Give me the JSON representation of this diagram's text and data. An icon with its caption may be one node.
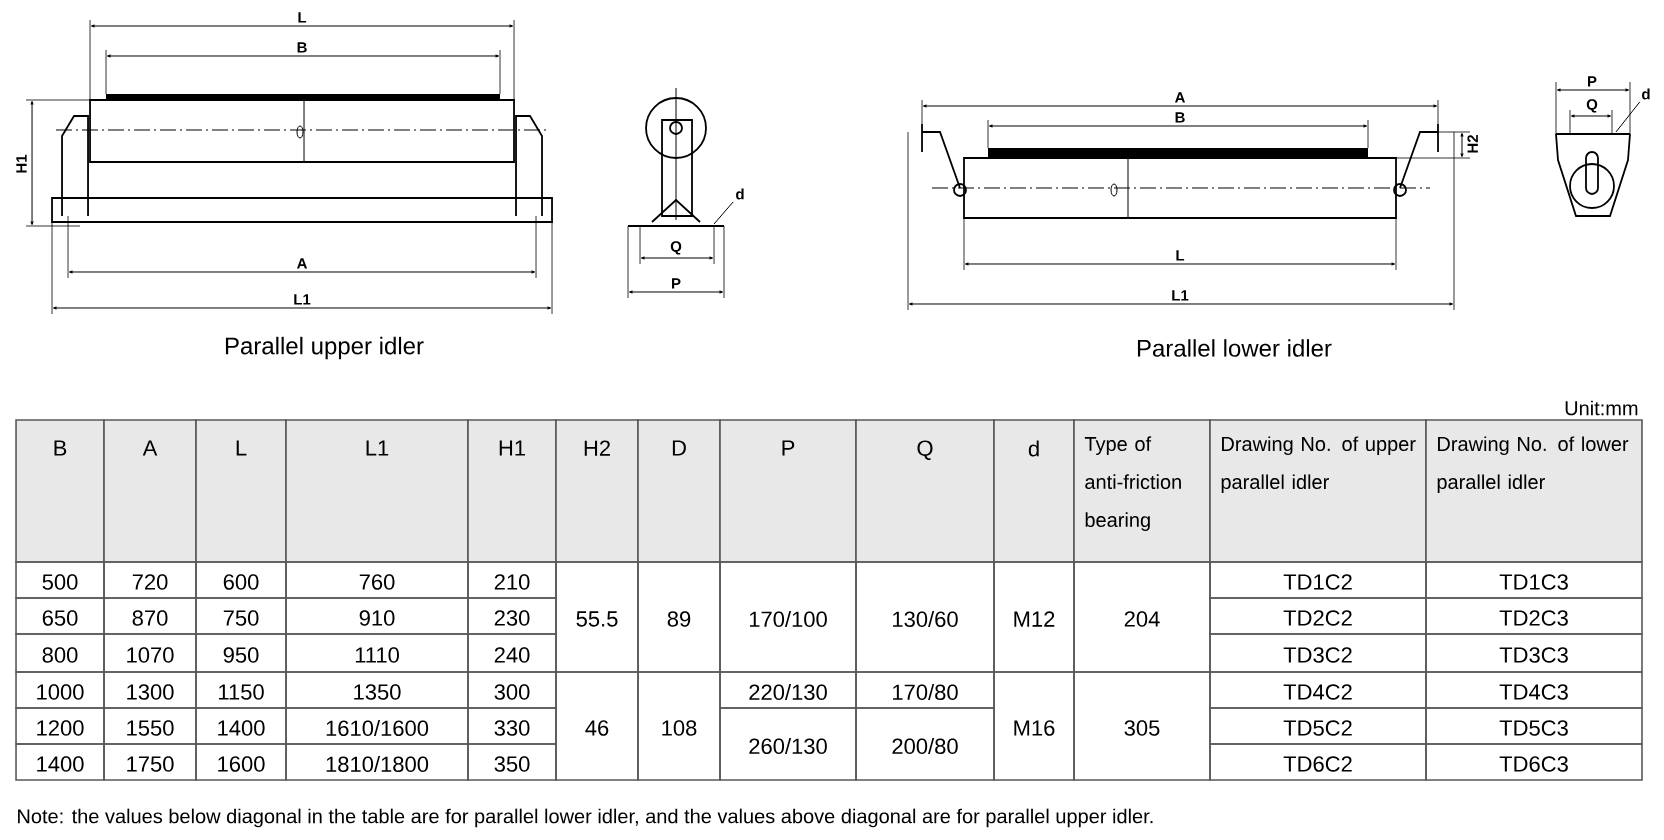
{
  "diagram": {
    "nodes": [
      {
        "text": [
          "d"
        ]
      },
      {
        "text": [
          "d"
        ]
      }
    ],
    "edges": [
      {
        "from": 0,
        "to": null,
        "arrow": "none"
      },
      {
        "from": 1,
        "to": null,
        "arrow": "none"
      }
    ],
    "labels": [
      "L",
      "B",
      "H1",
      "A",
      "L1",
      "Q",
      "P",
      "Parallel upper idler",
      "A",
      "B",
      "H2",
      "L",
      "L1",
      "P",
      "Q",
      "Parallel lower idler",
      "Unit:mm",
      "B",
      "A",
      "L",
      "L1",
      "H1",
      "H2",
      "D",
      "P",
      "Q",
      "d",
      "Type of anti-friction bearing",
      "Drawing No. of upper parallel idler",
      "Drawing No. of lower parallel idler",
      "500",
      "720",
      "600",
      "760",
      "210",
      "55.5",
      "89",
      "170/100",
      "130/60",
      "M12",
      "204",
      "TD1C2",
      "TD1C3",
      "650",
      "870",
      "750",
      "910",
      "230",
      "TD2C2",
      "TD2C3",
      "800",
      "1070",
      "950",
      "1110",
      "240",
      "TD3C2",
      "TD3C3",
      "1000",
      "1300",
      "1150",
      "1350",
      "300",
      "46",
      "108",
      "220/130",
      "170/80",
      "M16",
      "305",
      "TD4C2",
      "TD4C3",
      "1200",
      "1550",
      "1400",
      "1610/1600",
      "330",
      "260/130",
      "200/80",
      "TD5C2",
      "TD5C3",
      "1400",
      "1750",
      "1600",
      "1810/1800",
      "350",
      "TD6C2",
      "TD6C3",
      "Note: the values below diagonal in the table are for parallel lower idler, and the values above diagonal are for parallel upper idler."
    ]
  }
}
